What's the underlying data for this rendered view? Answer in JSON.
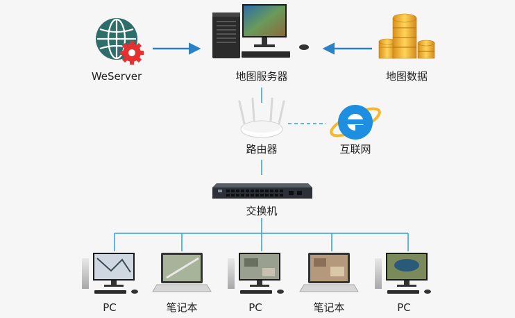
{
  "diagram": {
    "nodes": {
      "weserver": {
        "label": "WeServer",
        "icon": "globe-gear-icon"
      },
      "map_server": {
        "label": "地图服务器",
        "icon": "server-workstation-icon"
      },
      "map_data": {
        "label": "地图数据",
        "icon": "database-coins-icon"
      },
      "router": {
        "label": "路由器",
        "icon": "wifi-router-icon"
      },
      "internet": {
        "label": "互联网",
        "icon": "internet-explorer-icon"
      },
      "switch": {
        "label": "交换机",
        "icon": "network-switch-icon"
      }
    },
    "clients": [
      {
        "label": "PC",
        "icon": "desktop-pc-icon"
      },
      {
        "label": "笔记本",
        "icon": "laptop-icon"
      },
      {
        "label": "PC",
        "icon": "desktop-pc-icon"
      },
      {
        "label": "笔记本",
        "icon": "laptop-icon"
      },
      {
        "label": "PC",
        "icon": "desktop-pc-icon"
      }
    ],
    "colors": {
      "connector": "#2f9ed8",
      "arrow": "#2a82c6",
      "background": "#f6f6f6",
      "globe": "#2e6e6a",
      "gear": "#e53030",
      "gold": "#f0b429",
      "ie_blue": "#1e8fe0"
    }
  }
}
